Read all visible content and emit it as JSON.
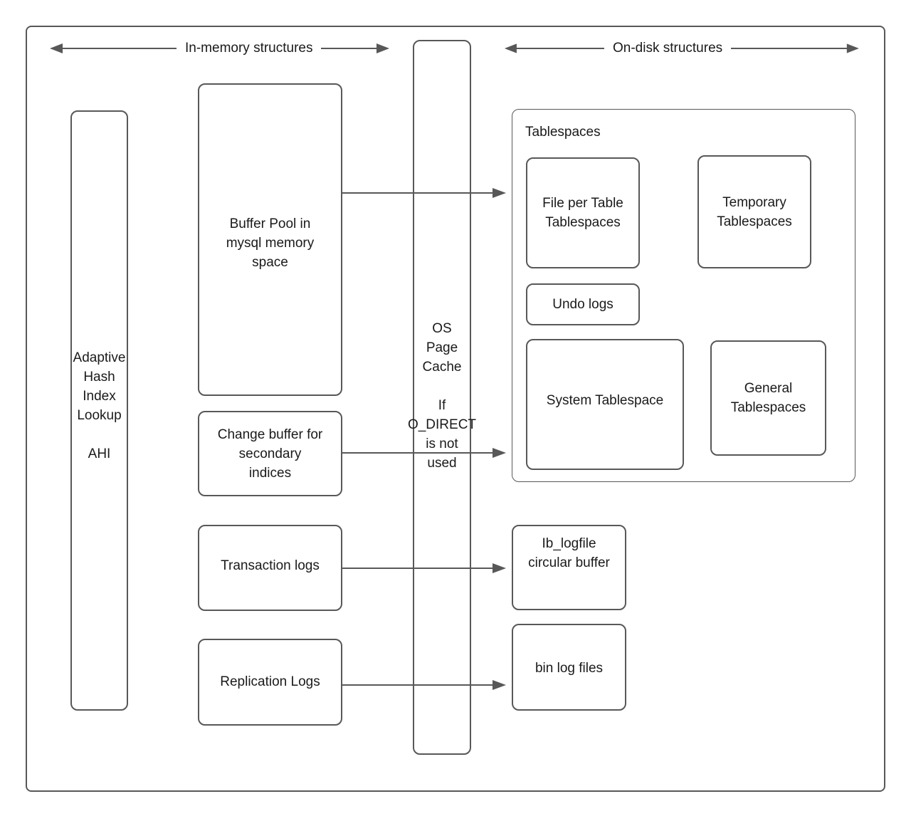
{
  "diagram": {
    "title": "MySQL InnoDB in-memory and on-disk structures",
    "stroke_color": "#585858",
    "text_color": "#1a1a1a",
    "background": "#ffffff"
  },
  "bands": {
    "left": {
      "label": "In-memory structures",
      "left_arrow_icon": "arrow-left-icon",
      "right_arrow_icon": "arrow-right-icon"
    },
    "right": {
      "label": "On-disk structures",
      "left_arrow_icon": "arrow-left-icon",
      "right_arrow_icon": "arrow-right-icon"
    }
  },
  "nodes": {
    "ahi": {
      "label": "Adaptive\nHash\nIndex\nLookup\n\nAHI"
    },
    "buffer_pool": {
      "label": "Buffer Pool in\nmysql memory\nspace"
    },
    "change_buffer": {
      "label": "Change buffer for\nsecondary\nindices"
    },
    "transaction_logs": {
      "label": "Transaction logs"
    },
    "replication_logs": {
      "label": "Replication Logs"
    },
    "os_page_cache": {
      "label": "OS\nPage\nCache\n\nIf\nO_DIRECT\nis not\nused"
    },
    "tablespaces_group": {
      "title": "Tablespaces"
    },
    "file_per_table": {
      "label": "File per Table\nTablespaces"
    },
    "temporary_tablespaces": {
      "label": "Temporary\nTablespaces"
    },
    "undo_logs": {
      "label": "Undo logs"
    },
    "system_tablespace": {
      "label": "System Tablespace"
    },
    "general_tablespaces": {
      "label": "General\nTablespaces"
    },
    "ib_logfile": {
      "label": "Ib_logfile\ncircular buffer"
    },
    "bin_log_files": {
      "label": "bin log files"
    }
  },
  "connections": [
    {
      "name": "buffer-pool-to-file-per-table",
      "from": "buffer_pool",
      "to": "file_per_table"
    },
    {
      "name": "change-buffer-to-system-tablespace",
      "from": "change_buffer",
      "to": "system_tablespace"
    },
    {
      "name": "transaction-logs-to-ib-logfile",
      "from": "transaction_logs",
      "to": "ib_logfile"
    },
    {
      "name": "replication-logs-to-bin-log-files",
      "from": "replication_logs",
      "to": "bin_log_files"
    }
  ]
}
